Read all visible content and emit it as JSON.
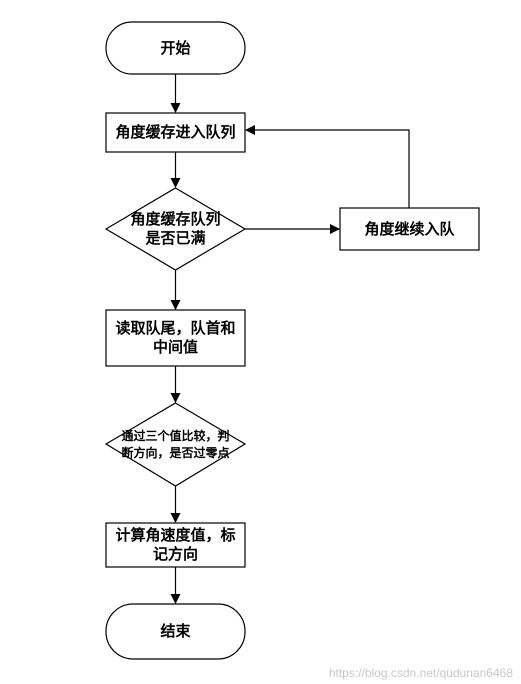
{
  "nodes": {
    "start": "开始",
    "enqueue": "角度缓存进入队列",
    "queue_full": "角度缓存队列\n是否已满",
    "continue_enqueue": "角度继续入队",
    "read_values": "读取队尾，队首和\n中间值",
    "compare": "通过三个值比较，判\n断方向，是否过零点",
    "compute": "计算角速度值，标\n记方向",
    "end": "结束"
  },
  "watermark": "https://blog.csdn.net/qudunan6468"
}
